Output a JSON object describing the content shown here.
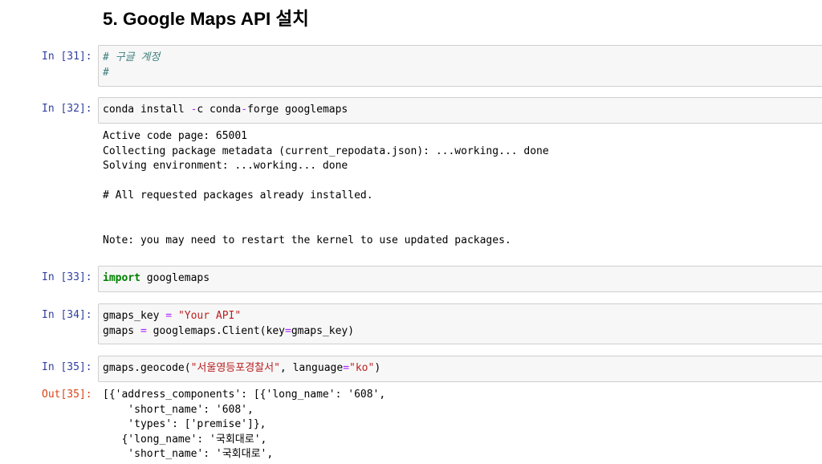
{
  "heading": "5. Google Maps API 설치",
  "cells": [
    {
      "prompt": "In [31]:",
      "comment_line1": "# 구글 계정",
      "comment_line2": "#"
    },
    {
      "prompt": "In [32]:",
      "code_pre": "conda install ",
      "code_op": "-",
      "code_post": "c conda",
      "code_op2": "-",
      "code_post2": "forge googlemaps",
      "output": "Active code page: 65001\nCollecting package metadata (current_repodata.json): ...working... done\nSolving environment: ...working... done\n\n# All requested packages already installed.\n\n\nNote: you may need to restart the kernel to use updated packages."
    },
    {
      "prompt": "In [33]:",
      "keyword": "import",
      "rest": " googlemaps"
    },
    {
      "prompt": "In [34]:",
      "l1_a": "gmaps_key ",
      "l1_op": "=",
      "l1_b": " ",
      "l1_str": "\"Your API\"",
      "l2_a": "gmaps ",
      "l2_op": "=",
      "l2_b": " googlemaps.Client(key",
      "l2_op2": "=",
      "l2_c": "gmaps_key)"
    },
    {
      "prompt": "In [35]:",
      "c_a": "gmaps.geocode(",
      "c_str": "\"서울영등포경찰서\"",
      "c_b": ", language",
      "c_op": "=",
      "c_str2": "\"ko\"",
      "c_c": ")",
      "out_prompt": "Out[35]:",
      "output": "[{'address_components': [{'long_name': '608',\n    'short_name': '608',\n    'types': ['premise']},\n   {'long_name': '국회대로',\n    'short_name': '국회대로',"
    }
  ]
}
